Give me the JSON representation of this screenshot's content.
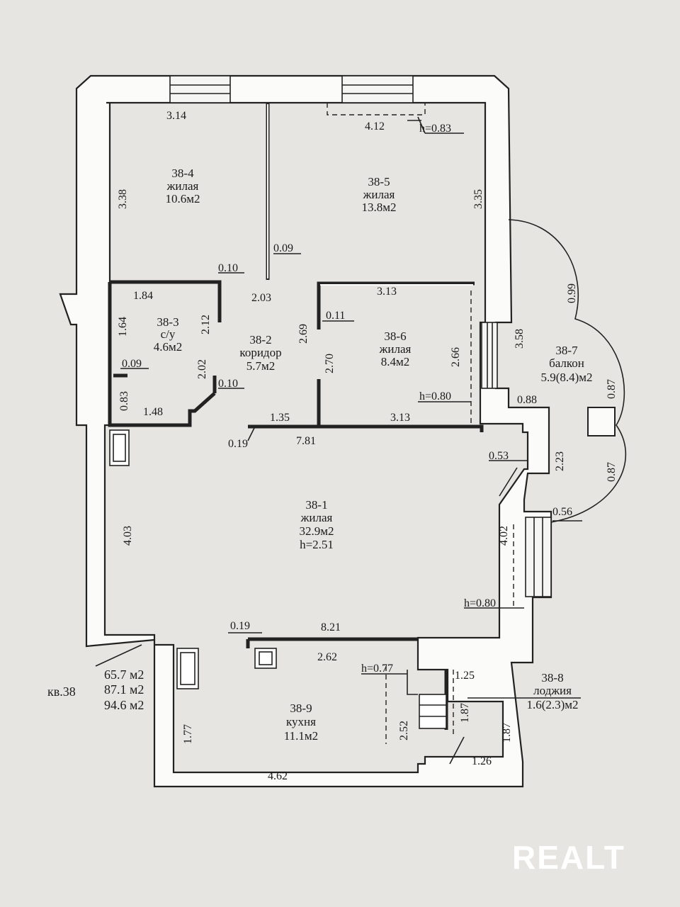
{
  "apartment_label": "кв.38",
  "totals": [
    "65.7 м2",
    "87.1 м2",
    "94.6 м2"
  ],
  "rooms": {
    "r4": {
      "id": "38-4",
      "type": "жилая",
      "area": "10.6м2"
    },
    "r5": {
      "id": "38-5",
      "type": "жилая",
      "area": "13.8м2"
    },
    "r3": {
      "id": "38-3",
      "type": "с/у",
      "area": "4.6м2"
    },
    "r2": {
      "id": "38-2",
      "type": "коридор",
      "area": "5.7м2"
    },
    "r6": {
      "id": "38-6",
      "type": "жилая",
      "area": "8.4м2"
    },
    "r7": {
      "id": "38-7",
      "type": "балкон",
      "area": "5.9(8.4)м2"
    },
    "r1": {
      "id": "38-1",
      "type": "жилая",
      "area": "32.9м2",
      "height": "h=2.51"
    },
    "r9": {
      "id": "38-9",
      "type": "кухня",
      "area": "11.1м2"
    },
    "r8": {
      "id": "38-8",
      "type": "лоджия",
      "area": "1.6(2.3)м2"
    }
  },
  "dims": {
    "d314": "3.14",
    "d412": "4.12",
    "h083": "h=0.83",
    "d338": "3.38",
    "d335": "3.35",
    "d009a": "0.09",
    "d010a": "0.10",
    "d184": "1.84",
    "d203": "2.03",
    "d313a": "3.13",
    "d011": "0.11",
    "d099": "0.99",
    "d164": "1.64",
    "d212": "2.12",
    "d269": "2.69",
    "d270": "2.70",
    "d266": "2.66",
    "d358": "3.58",
    "d009b": "0.09",
    "d202": "2.02",
    "d087a": "0.87",
    "d010b": "0.10",
    "d083": "0.83",
    "h080a": "h=0.80",
    "d088": "0.88",
    "d148": "1.48",
    "d135": "1.35",
    "d313b": "3.13",
    "d019a": "0.19",
    "d781": "7.81",
    "d053": "0.53",
    "d223": "2.23",
    "d087b": "0.87",
    "d403": "4.03",
    "d056": "0.56",
    "d402": "4.02",
    "h080b": "h=0.80",
    "d019b": "0.19",
    "d821": "8.21",
    "d262": "2.62",
    "h077": "h=0.77",
    "d125": "1.25",
    "d187a": "1.87",
    "d252": "2.52",
    "d177": "1.77",
    "d187b": "1.87",
    "d126": "1.26",
    "d462": "4.62"
  },
  "watermark": "REALT"
}
